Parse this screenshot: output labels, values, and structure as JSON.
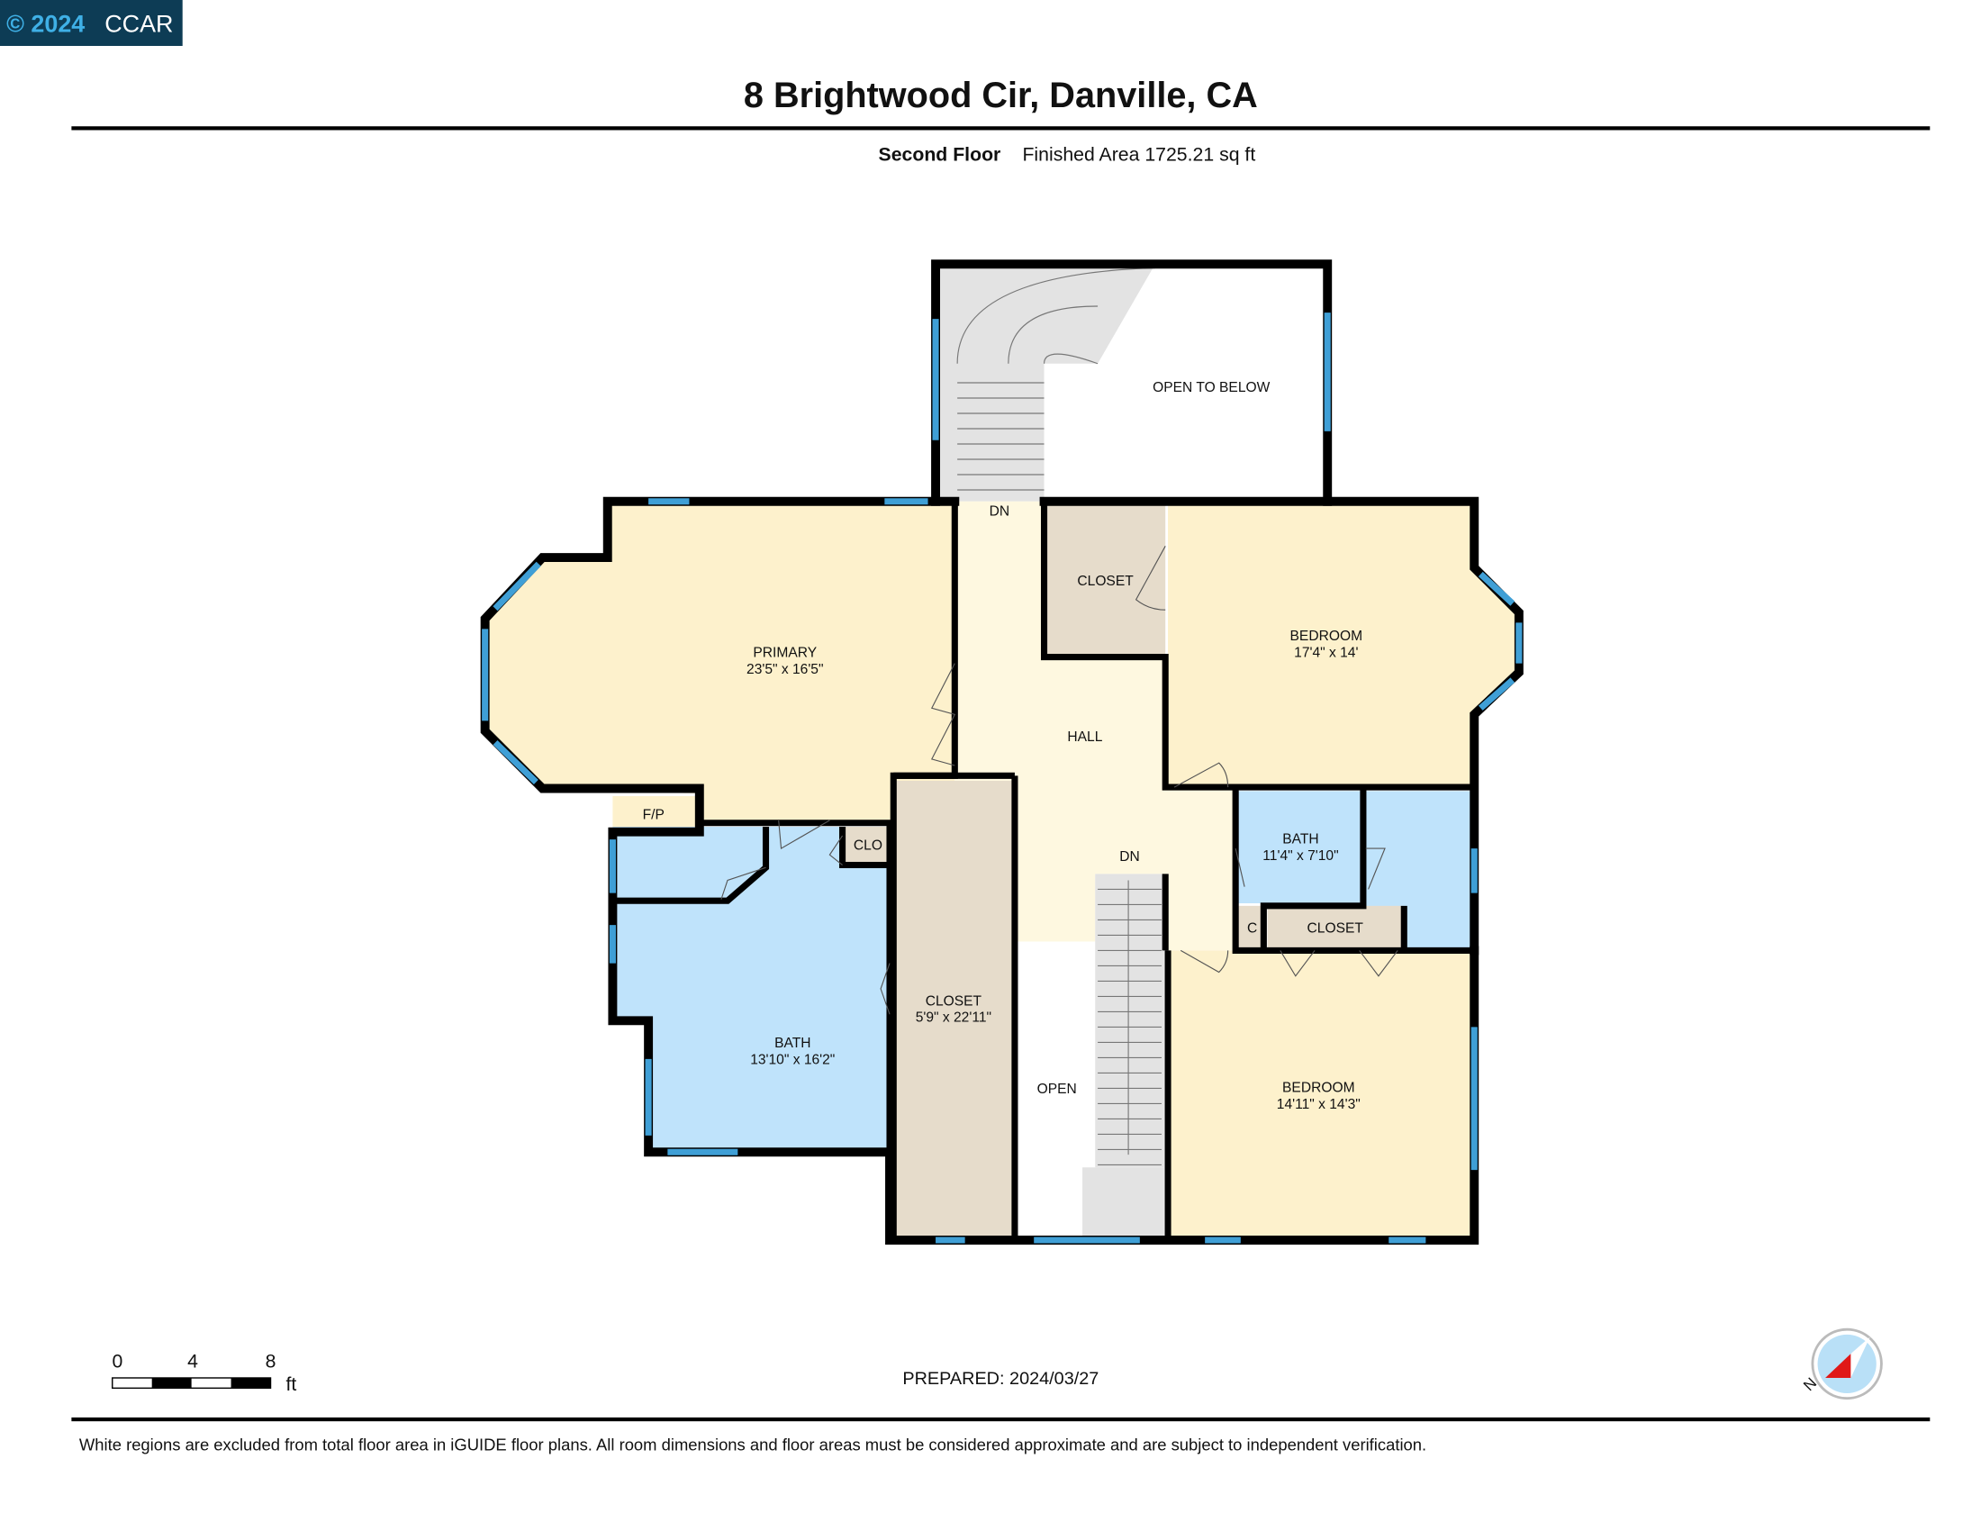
{
  "badge": {
    "year": "© 2024",
    "org": "CCAR"
  },
  "header": {
    "title": "8 Brightwood Cir, Danville, CA",
    "floor": "Second Floor",
    "area": "Finished Area 1725.21 sq ft"
  },
  "rooms": {
    "primary": {
      "name": "PRIMARY",
      "dims": "23'5\" x 16'5\""
    },
    "bedroom_ne": {
      "name": "BEDROOM",
      "dims": "17'4\" x 14'"
    },
    "bedroom_se": {
      "name": "BEDROOM",
      "dims": "14'11\" x 14'3\""
    },
    "bath_primary": {
      "name": "BATH",
      "dims": "13'10\" x 16'2\""
    },
    "bath_hall": {
      "name": "BATH",
      "dims": "11'4\" x 7'10\""
    },
    "closet_walkin": {
      "name": "CLOSET",
      "dims": "5'9\" x 22'11\""
    },
    "closet_top": {
      "name": "CLOSET"
    },
    "closet_small": {
      "name": "CLOSET"
    },
    "closet_c": {
      "name": "C"
    },
    "clo": {
      "name": "CLO"
    },
    "fp": {
      "name": "F/P"
    },
    "hall": {
      "name": "HALL"
    },
    "open": {
      "name": "OPEN"
    },
    "open_below": {
      "name": "OPEN TO BELOW"
    },
    "dn_top": {
      "name": "DN"
    },
    "dn_mid": {
      "name": "DN"
    }
  },
  "scale": {
    "ticks": [
      "0",
      "4",
      "8"
    ],
    "unit": "ft"
  },
  "prepared": "PREPARED: 2024/03/27",
  "compass": {
    "label": "N"
  },
  "footer": "White regions are excluded from total floor area in iGUIDE floor plans. All room dimensions and floor areas must be considered approximate and are subject to independent verification.",
  "colors": {
    "bedroom": "#fdf1cc",
    "hall": "#fef8e0",
    "bath": "#bfe3fb",
    "closet": "#e6dccb",
    "stairs": "#e3e3e3",
    "window": "#3f9fd6",
    "badge": "#0d3c55"
  }
}
